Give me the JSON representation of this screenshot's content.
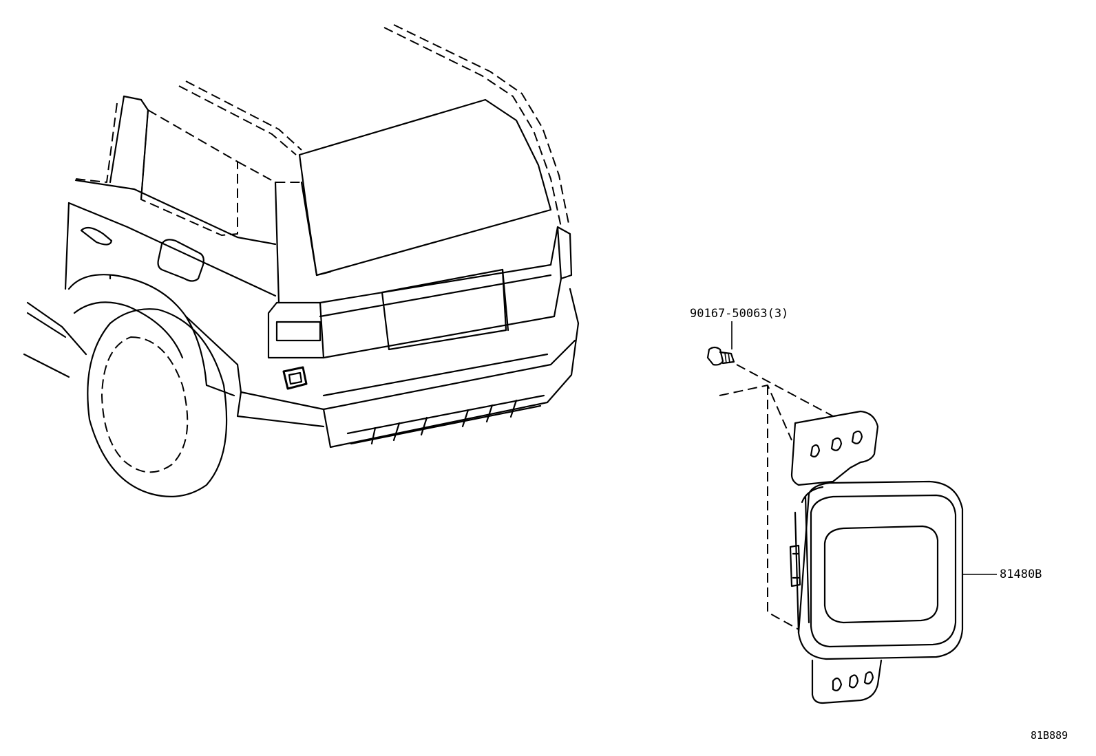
{
  "callouts": {
    "bolt": "90167-50063(3)",
    "sensor": "81480B"
  },
  "illustration_code": "81B889"
}
